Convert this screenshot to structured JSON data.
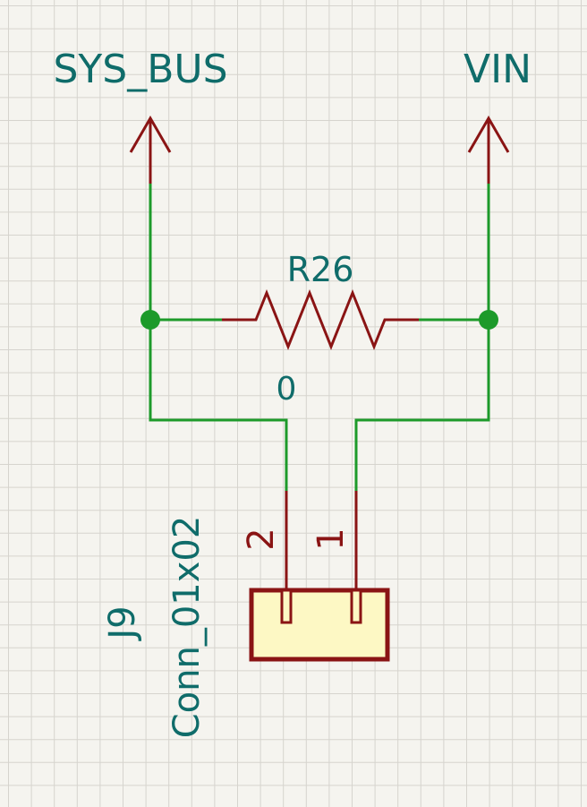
{
  "colors": {
    "background": "#f5f4ef",
    "grid": "#d6d4ce",
    "wire": "#1d9a2a",
    "component": "#8a1414",
    "net_label": "#0f6c6a",
    "connector_fill": "#fdf8c4"
  },
  "power_ports": [
    {
      "name": "SYS_BUS",
      "icon": "power-arrow-up-icon"
    },
    {
      "name": "VIN",
      "icon": "power-arrow-up-icon"
    }
  ],
  "resistor": {
    "reference": "R26",
    "value": "0",
    "icon": "resistor-zigzag-icon"
  },
  "connector": {
    "reference": "J9",
    "value": "Conn_01x02",
    "pins": [
      {
        "number": "2"
      },
      {
        "number": "1"
      }
    ]
  }
}
